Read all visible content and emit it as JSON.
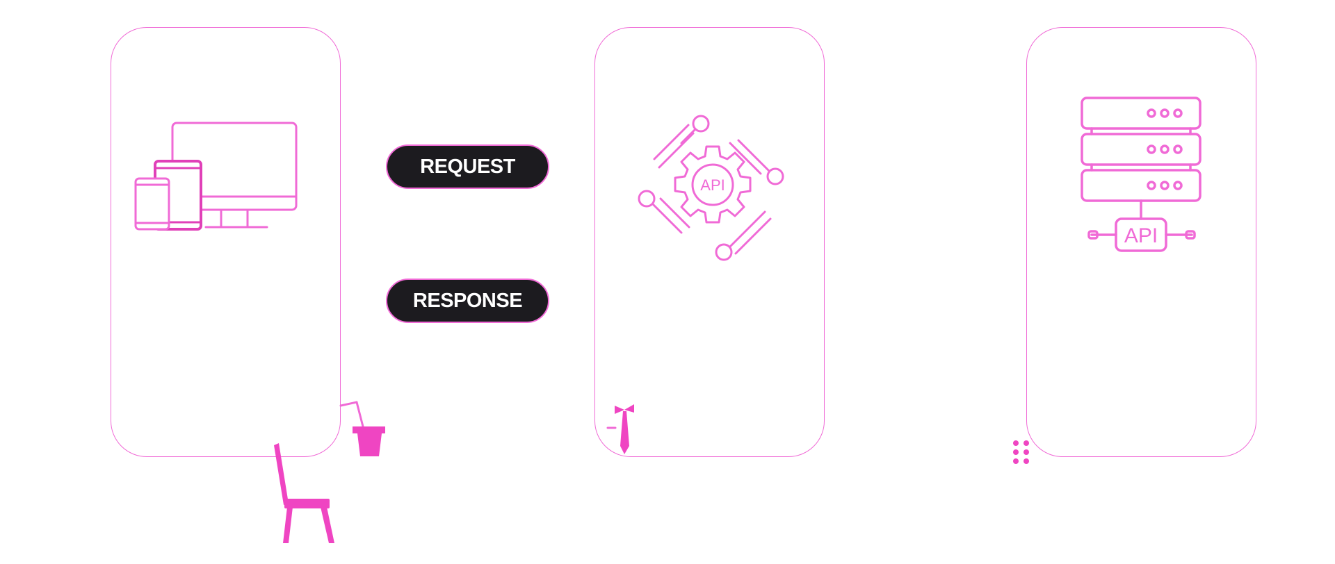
{
  "colors": {
    "accent": "#f06ad6",
    "accent_dark": "#e040b8",
    "pill_background": "#1c1b1f",
    "pill_text": "#ffffff"
  },
  "cards": [
    {
      "icon": "devices-icon"
    },
    {
      "icon": "api-gear-icon"
    },
    {
      "icon": "api-server-icon"
    }
  ],
  "pills": {
    "request_label": "REQUEST",
    "response_label": "RESPONSE"
  },
  "icons": {
    "gear_label": "API",
    "server_label": "API"
  },
  "figures": [
    "chair-with-cup-icon",
    "waiter-tie-icon",
    "dots-icon"
  ]
}
